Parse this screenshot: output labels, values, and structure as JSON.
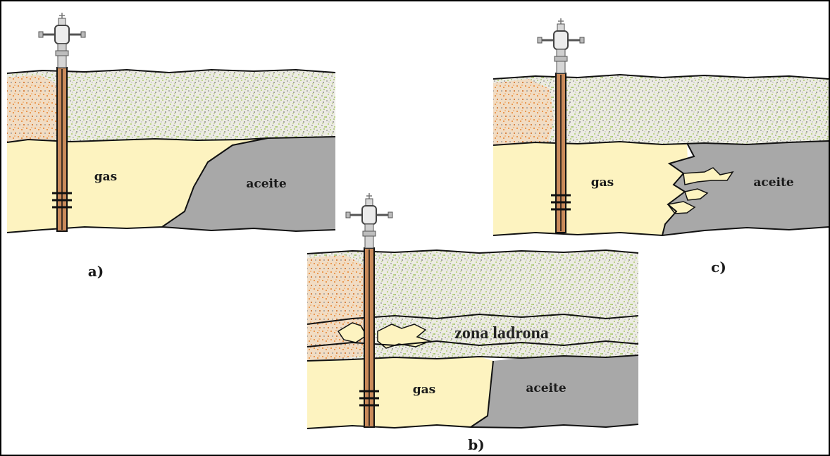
{
  "figure": {
    "panels": [
      {
        "id": "a",
        "label": "a)",
        "gas_label": "gas",
        "oil_label": "aceite"
      },
      {
        "id": "b",
        "label": "b)",
        "gas_label": "gas",
        "oil_label": "aceite",
        "thief_zone_label": "zona ladrona"
      },
      {
        "id": "c",
        "label": "c)",
        "gas_label": "gas",
        "oil_label": "aceite"
      }
    ]
  },
  "colors": {
    "gas": "#fdf3c0",
    "oil": "#a8a8a8",
    "rock_green": "#9dc34a",
    "rock_gray": "#8c8c8c",
    "rock_orange": "#e8842e",
    "well": "#c98a5a",
    "border": "#000000"
  }
}
